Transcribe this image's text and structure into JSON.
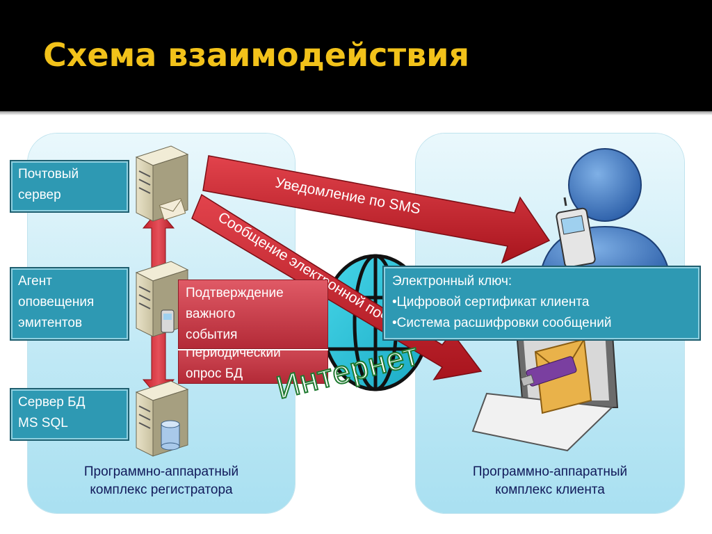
{
  "slide": {
    "title": "Схема взаимодействия"
  },
  "left_panel": {
    "caption_line1": "Программно-аппаратный",
    "caption_line2": "комплекс регистратора",
    "mail_server_line1": "Почтовый",
    "mail_server_line2": "сервер",
    "agent_line1": "Агент",
    "agent_line2": "оповещения",
    "agent_line3": "эмитентов",
    "db_server_line1": "Сервер БД",
    "db_server_line2": "MS SQL"
  },
  "right_panel": {
    "caption_line1": "Программно-аппаратный",
    "caption_line2": "комплекс клиента"
  },
  "red_boxes": {
    "confirm_line1": "Подтверждение",
    "confirm_line2": "важного",
    "confirm_line3": "события",
    "poll_line1": "Периодический",
    "poll_line2": "опрос БД"
  },
  "arrows": {
    "sms": "Уведомление по SMS",
    "email": "Сообщение электронной почты"
  },
  "key_box": {
    "line1": "Электронный ключ:",
    "line2": "•Цифровой сертификат клиента",
    "line3": "•Система расшифровки сообщений"
  },
  "internet": {
    "label": "Интернет"
  },
  "colors": {
    "title": "#f2c21a",
    "label_box": "#2e99b3",
    "arrow_red": "#c9262f",
    "panel": "#bfe8f5"
  }
}
